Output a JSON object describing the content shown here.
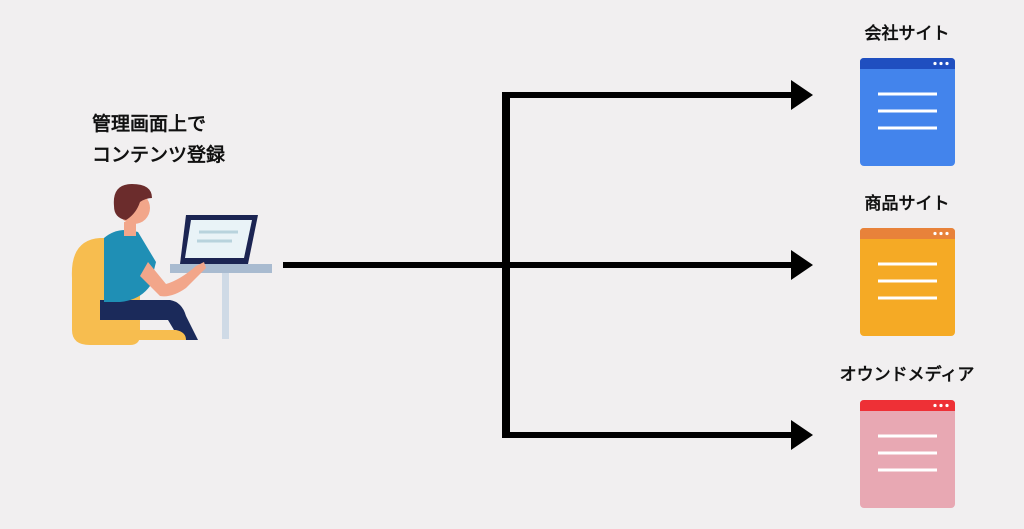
{
  "source": {
    "caption_line1": "管理画面上で",
    "caption_line2": "コンテンツ登録"
  },
  "targets": [
    {
      "label": "会社サイト",
      "header_color": "#1f4fc0",
      "body_color": "#4384ec"
    },
    {
      "label": "商品サイト",
      "header_color": "#e8823a",
      "body_color": "#f5aa25"
    },
    {
      "label": "オウンドメディア",
      "header_color": "#ee3036",
      "body_color": "#e8a8b3"
    }
  ],
  "colors": {
    "background": "#f1eff0",
    "connector": "#000000",
    "chair": "#f7bd4f",
    "shirt": "#1f8fb5",
    "hair": "#6b2c2c",
    "skin": "#f2a68a",
    "pants": "#1b2a5a",
    "desk": "#a9bbd0",
    "laptop": "#1b2452"
  }
}
